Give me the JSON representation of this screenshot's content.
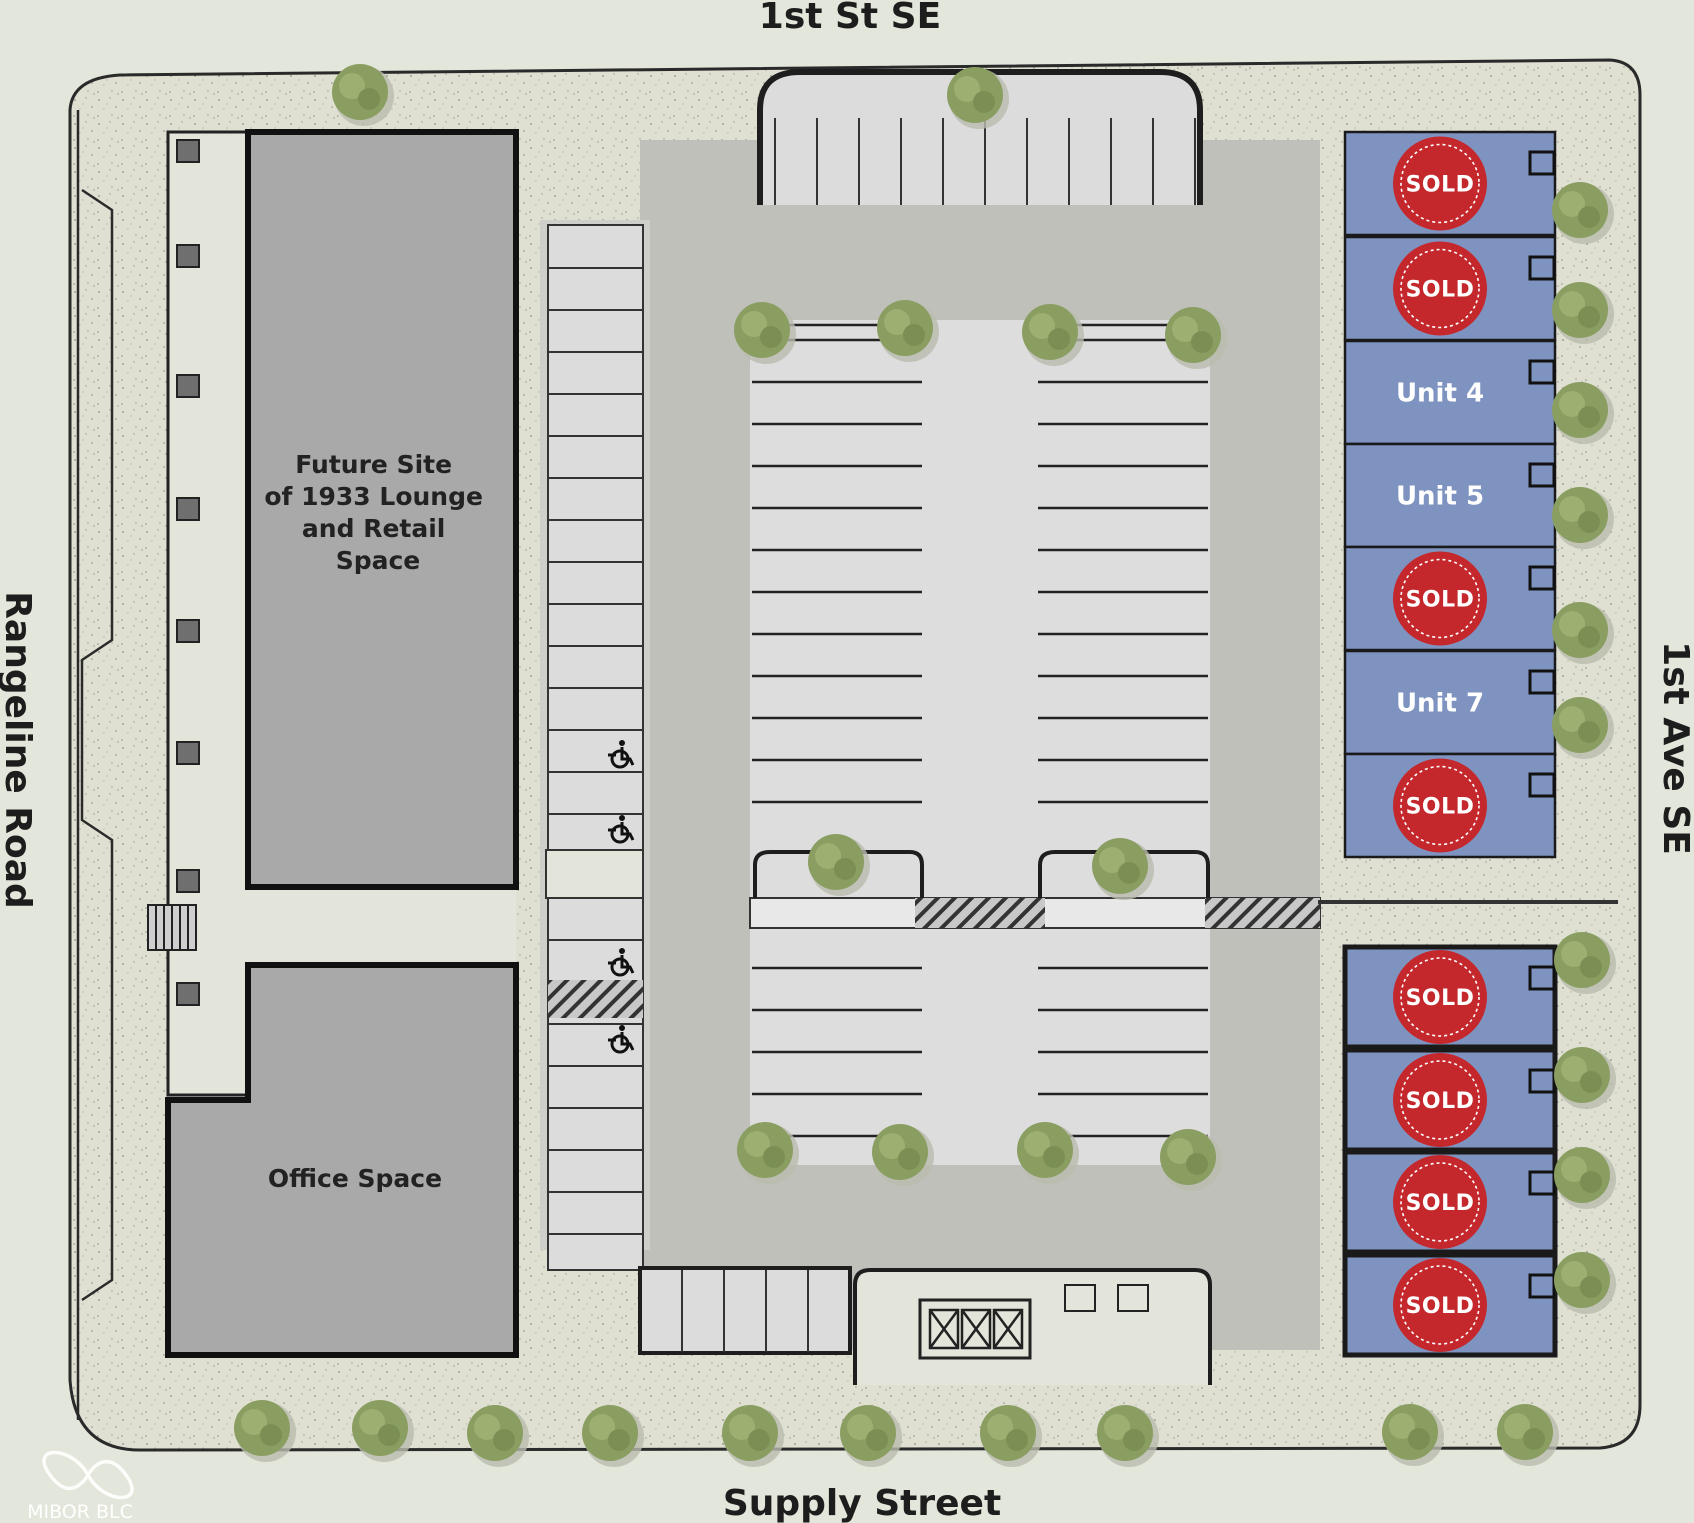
{
  "streets": {
    "north": "1st St SE",
    "south": "Supply Street",
    "west": "Rangeline Road",
    "east": "1st Ave SE"
  },
  "buildings": {
    "lounge_lines": [
      "Future Site",
      "of 1933 Lounge",
      "and Retail",
      "Space"
    ],
    "office": "Office Space"
  },
  "units": [
    {
      "status": "sold",
      "label": "SOLD"
    },
    {
      "status": "sold",
      "label": "SOLD"
    },
    {
      "status": "available",
      "label": "Unit 4"
    },
    {
      "status": "available",
      "label": "Unit 5"
    },
    {
      "status": "sold",
      "label": "SOLD"
    },
    {
      "status": "available",
      "label": "Unit 7"
    },
    {
      "status": "sold",
      "label": "SOLD"
    },
    {
      "status": "sold",
      "label": "SOLD"
    },
    {
      "status": "sold",
      "label": "SOLD"
    },
    {
      "status": "sold",
      "label": "SOLD"
    },
    {
      "status": "sold",
      "label": "SOLD"
    }
  ],
  "watermark": "MIBOR BLC",
  "colors": {
    "background": "#e3e6da",
    "sidewalk": "#dfe0d2",
    "parking_lot": "#bfc0b9",
    "parking_stalls": "#dcdcdc",
    "building": "#a9a9a9",
    "unit_fill": "#7e93c0",
    "sold_badge": "#c4282c",
    "tree": "#8a9e62"
  },
  "icons": {
    "accessible_parking": "wheelchair-icon",
    "tree": "tree-icon",
    "sold_badge": "sold-stamp-icon"
  }
}
